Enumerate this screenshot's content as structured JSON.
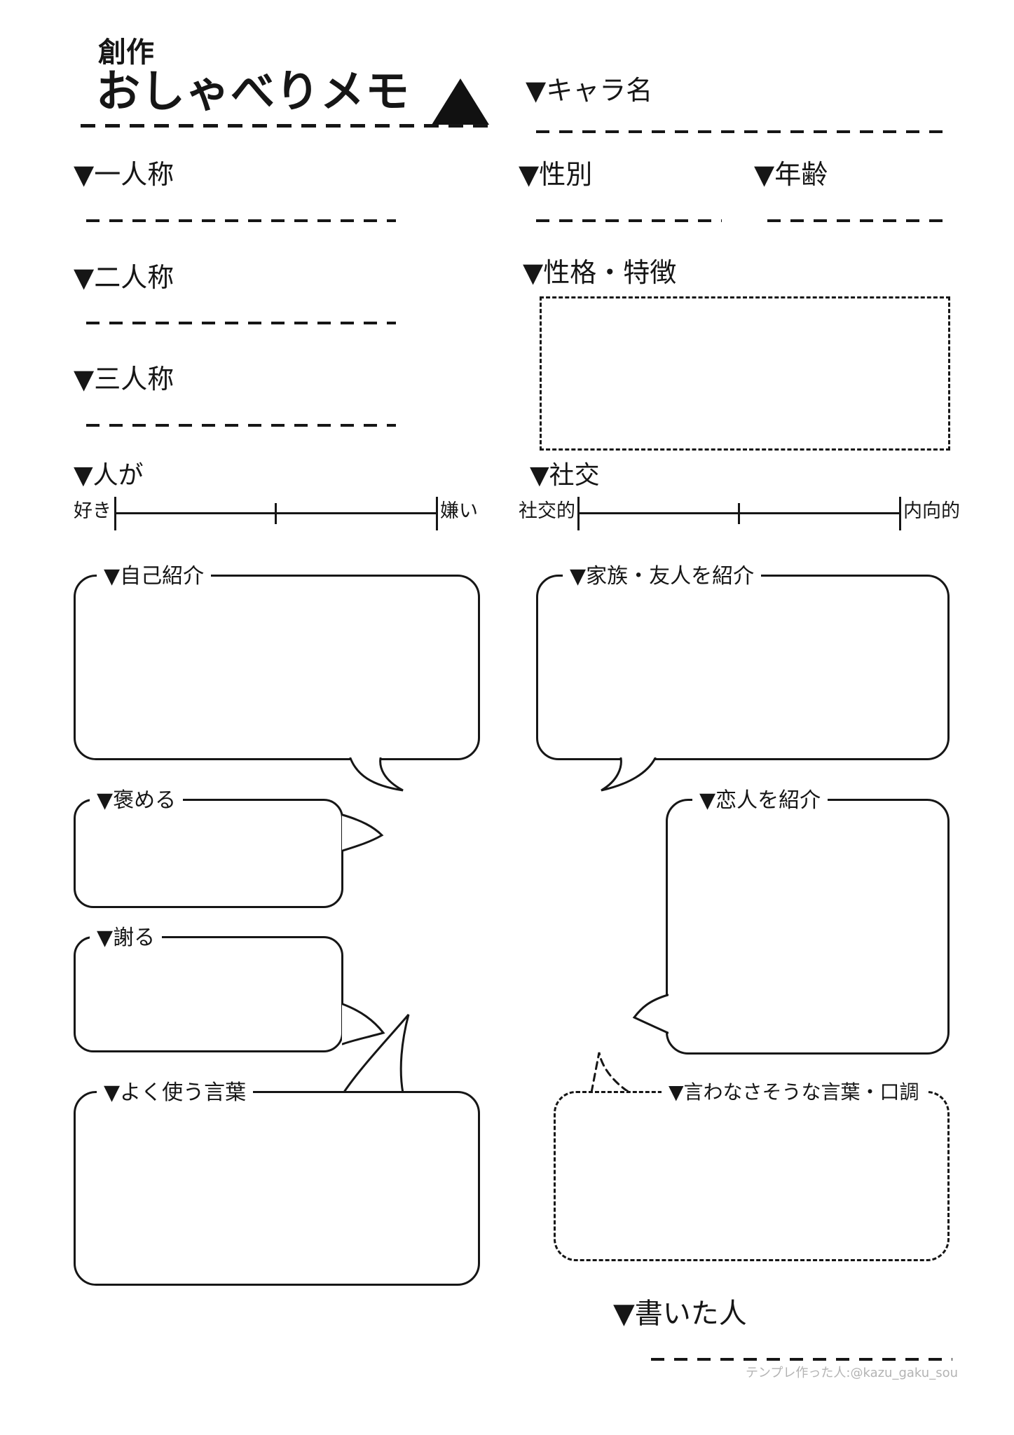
{
  "page": {
    "title_small": "創作",
    "title_large": "おしゃべりメモ",
    "credit": "テンプレ作った人:@kazu_gaku_sou"
  },
  "fields": {
    "first_person": "▼一人称",
    "second_person": "▼二人称",
    "third_person": "▼三人称",
    "people_pref": "▼人が",
    "char_name": "▼キャラ名",
    "gender": "▼性別",
    "age": "▼年齢",
    "personality": "▼性格・特徴",
    "social": "▼社交",
    "writer": "▼書いた人"
  },
  "sliders": {
    "people": {
      "left": "好き",
      "right": "嫌い"
    },
    "social": {
      "left": "社交的",
      "right": "内向的"
    }
  },
  "bubbles": {
    "self_intro": "▼自己紹介",
    "family_friends": "▼家族・友人を紹介",
    "praise": "▼褒める",
    "lover": "▼恋人を紹介",
    "apologize": "▼謝る",
    "common_words": "▼よく使う言葉",
    "unlikely_words": "▼言わなさそうな言葉・口調"
  },
  "colors": {
    "ink": "#161616",
    "credit_gray": "#b3b3b3"
  }
}
